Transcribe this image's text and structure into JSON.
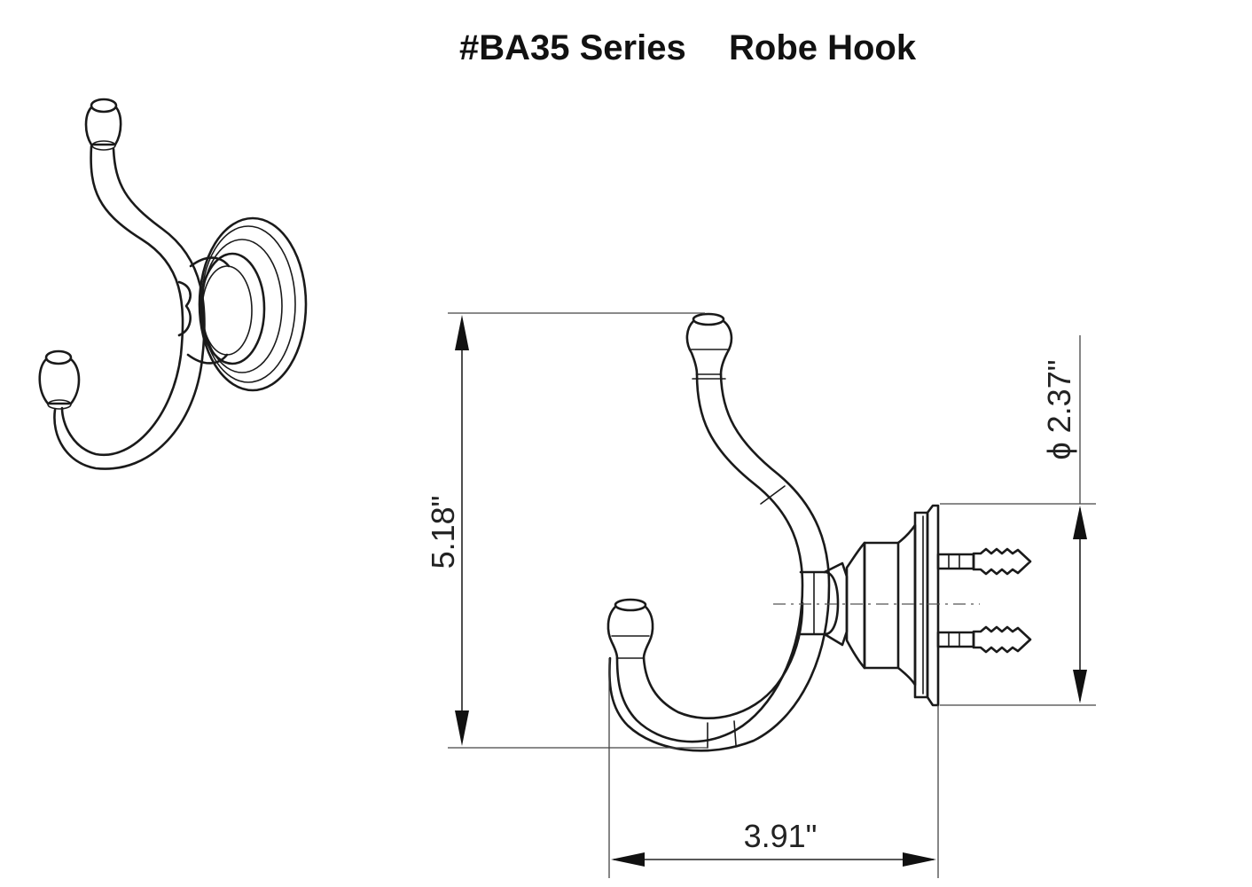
{
  "title": {
    "series": "#BA35 Series",
    "product": "Robe Hook"
  },
  "dimensions": {
    "height": "5.18\"",
    "width": "3.91\"",
    "diameter": "ϕ 2.37\""
  }
}
